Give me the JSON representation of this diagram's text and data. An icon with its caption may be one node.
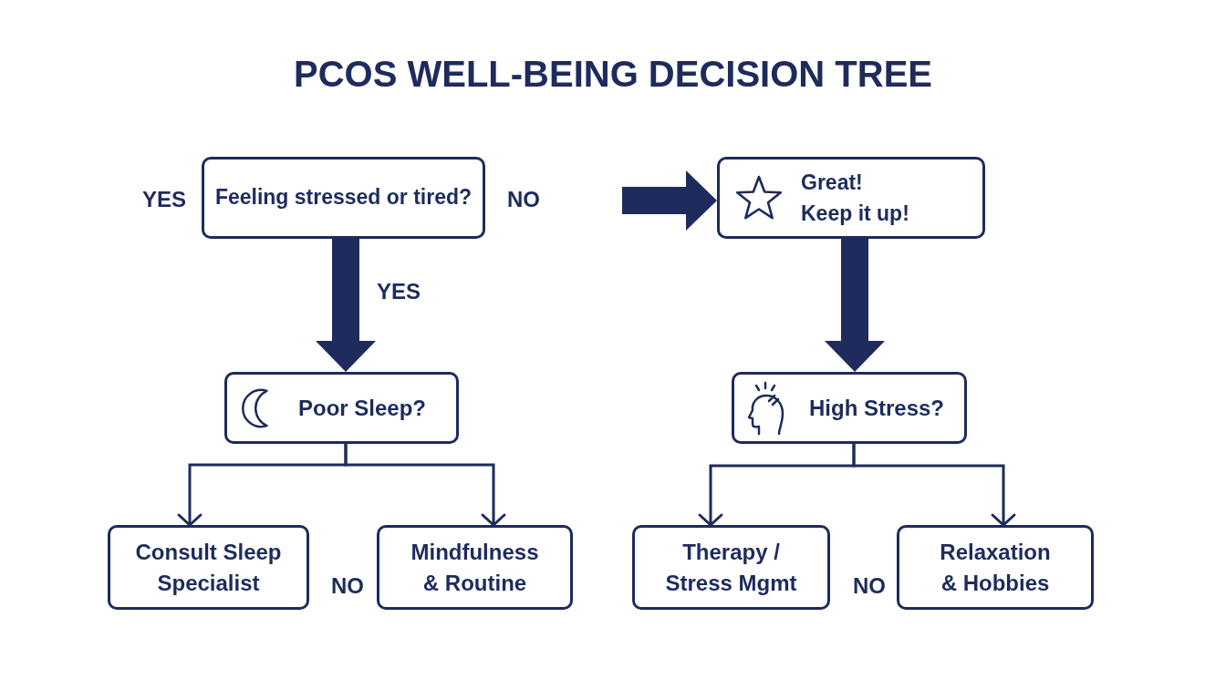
{
  "diagram": {
    "title": "PCOS WELL-BEING DECISION TREE",
    "nodes": [
      {
        "text": [
          "Feeling stressed or tired?"
        ],
        "beside": [
          "YES",
          "NO"
        ]
      },
      {
        "text": [
          "Great! Keep it up!"
        ]
      },
      {
        "text": [
          "Poor Sleep?"
        ]
      },
      {
        "text": [
          "High Stress?"
        ]
      },
      {
        "text": [
          "Consult Sleep Specialist"
        ]
      },
      {
        "text": [
          "Mindfulness & Routine"
        ]
      },
      {
        "text": [
          "Therapy / Stress Mgmt"
        ]
      },
      {
        "text": [
          "Relaxation & Hobbies"
        ]
      }
    ],
    "edges": [
      {
        "from": 0,
        "to": 2,
        "arrow": "to",
        "label": "YES",
        "style": "thick"
      },
      {
        "from": null,
        "to": 1,
        "arrow": "to",
        "style": "thick"
      },
      {
        "from": 1,
        "to": 3,
        "arrow": "to",
        "style": "thick"
      },
      {
        "from": 2,
        "to": 4,
        "arrow": "to"
      },
      {
        "from": 2,
        "to": 5,
        "arrow": "to"
      },
      {
        "from": 3,
        "to": 6,
        "arrow": "to"
      },
      {
        "from": 3,
        "to": 7,
        "arrow": "to"
      }
    ],
    "labels": [
      "NO",
      "NO"
    ]
  }
}
